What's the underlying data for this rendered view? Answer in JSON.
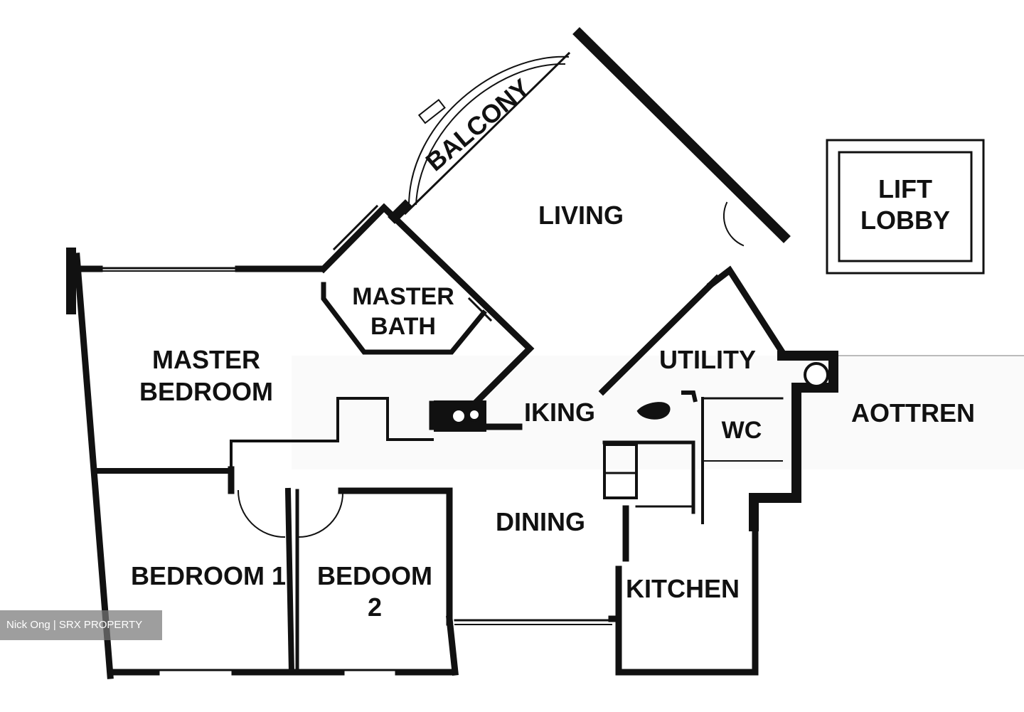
{
  "rooms": {
    "balcony": "BALCONY",
    "living": "LIVING",
    "lift_lobby_line1": "LIFT",
    "lift_lobby_line2": "LOBBY",
    "master_bath_line1": "MASTER",
    "master_bath_line2": "BATH",
    "master_bedroom_line1": "MASTER",
    "master_bedroom_line2": "BEDROOM",
    "utility": "UTILITY",
    "living_partial": "IKING",
    "aotren": "AOTTREN",
    "wc": "WC",
    "dining": "DINING",
    "bedroom1": "BEDROOM 1",
    "bedroom2_line1": "BEDOOM",
    "bedroom2_line2": "2",
    "kitchen": "KITCHEN"
  },
  "watermark": "Nick Ong | SRX PROPERTY",
  "colors": {
    "wall": "#111111",
    "background": "#ffffff",
    "watermark_bg": "#7a7a7a"
  }
}
